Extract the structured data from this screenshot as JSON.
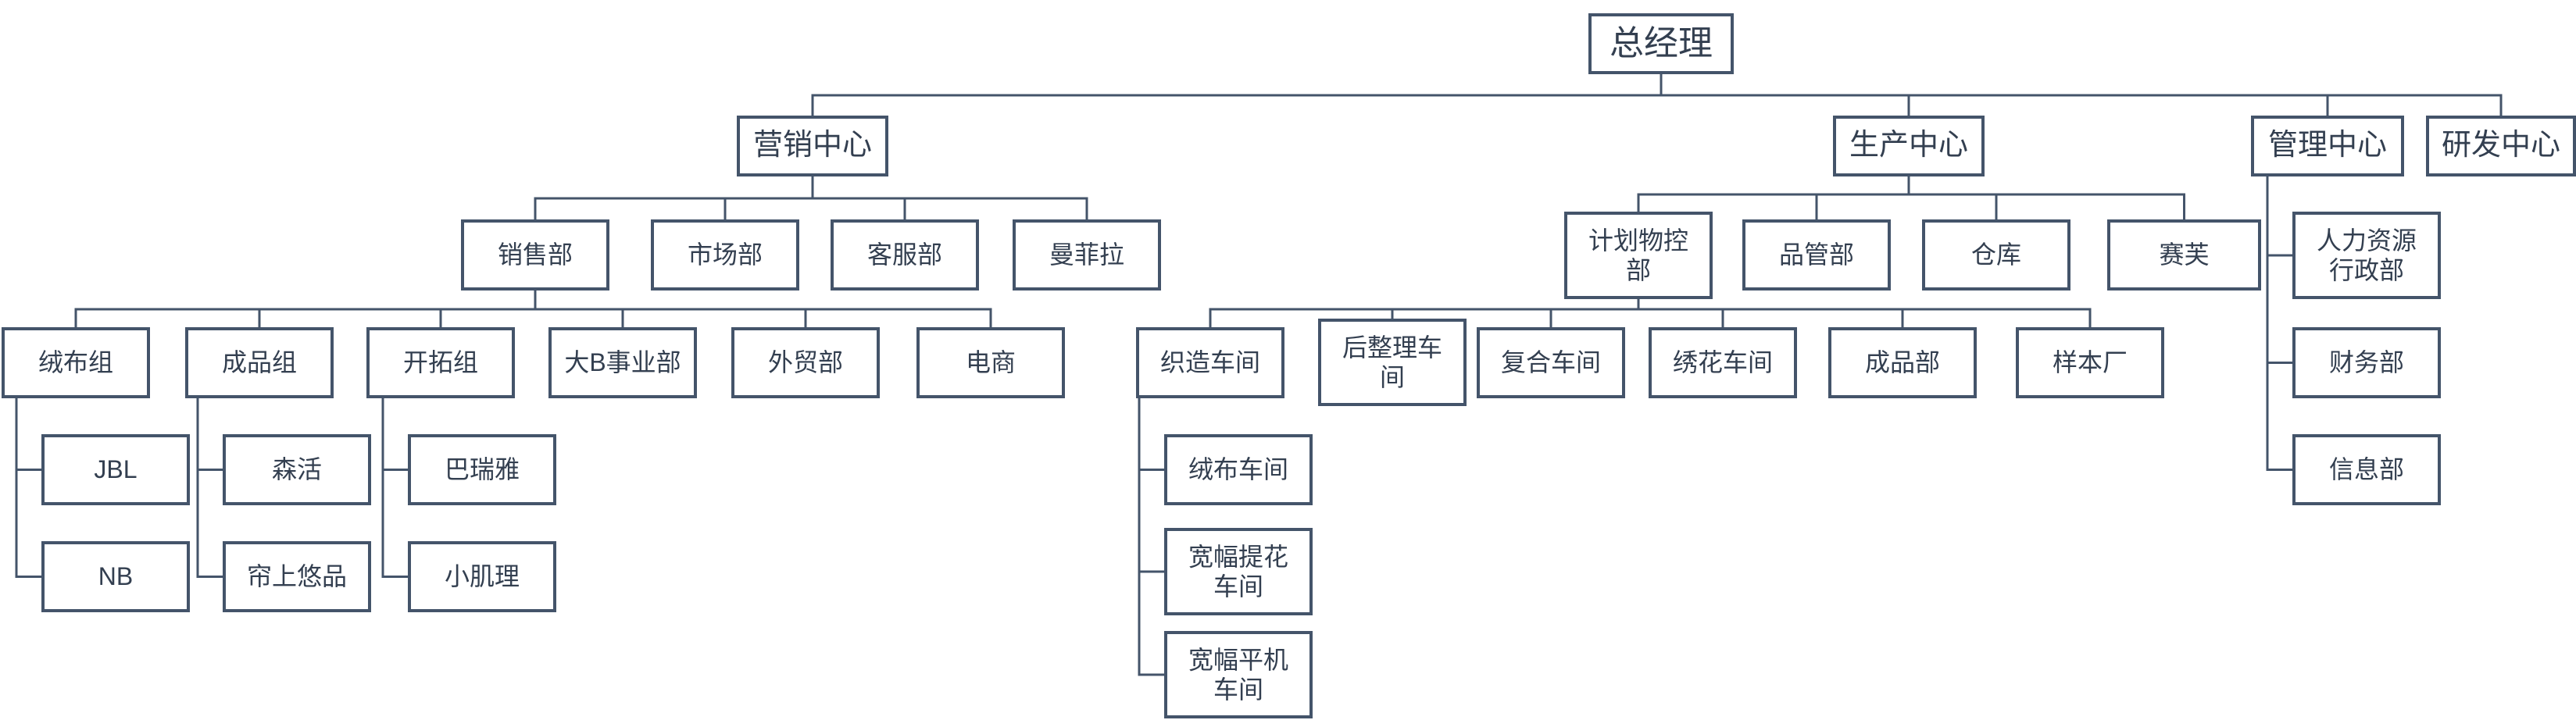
{
  "colors": {
    "line": "#44546a",
    "border": "#44546a",
    "text": "#333f50",
    "background": "#ffffff"
  },
  "nodes": {
    "gm": "总经理",
    "marketing": "营销中心",
    "production": "生产中心",
    "management": "管理中心",
    "rd": "研发中心",
    "sales": "销售部",
    "market": "市场部",
    "service": "客服部",
    "manfeila": "曼菲拉",
    "planning": "计划物控部",
    "quality": "品管部",
    "warehouse": "仓库",
    "saifu": "赛芙",
    "fleece_group": "绒布组",
    "finished_group": "成品组",
    "pioneer_group": "开拓组",
    "big_b": "大B事业部",
    "foreign_trade": "外贸部",
    "ecommerce": "电商",
    "weaving": "织造车间",
    "finishing": "后整理车间",
    "compound": "复合车间",
    "embroidery": "绣花车间",
    "product_dept": "成品部",
    "sample_factory": "样本厂",
    "jbl": "JBL",
    "nb": "NB",
    "senhuo": "森活",
    "lianshangyoupin": "帘上悠品",
    "bariya": "巴瑞雅",
    "xiaojili": "小肌理",
    "fleece_ws": "绒布车间",
    "wide_jacquard": "宽幅提花车间",
    "wide_plain": "宽幅平机车间",
    "hr_admin": "人力资源行政部",
    "finance": "财务部",
    "info_dept": "信息部"
  },
  "hierarchy": {
    "gm": [
      "marketing",
      "production",
      "management",
      "rd"
    ],
    "marketing": [
      "sales",
      "market",
      "service",
      "manfeila"
    ],
    "sales": [
      "fleece_group",
      "finished_group",
      "pioneer_group",
      "big_b",
      "foreign_trade",
      "ecommerce"
    ],
    "fleece_group": [
      "jbl",
      "nb"
    ],
    "finished_group": [
      "senhuo",
      "lianshangyoupin"
    ],
    "pioneer_group": [
      "bariya",
      "xiaojili"
    ],
    "production": [
      "planning",
      "quality",
      "warehouse",
      "saifu"
    ],
    "planning": [
      "weaving",
      "finishing",
      "compound",
      "embroidery",
      "product_dept",
      "sample_factory"
    ],
    "weaving": [
      "fleece_ws",
      "wide_jacquard",
      "wide_plain"
    ],
    "management": [
      "hr_admin",
      "finance",
      "info_dept"
    ]
  },
  "rail_parents": [
    "fleece_group",
    "finished_group",
    "pioneer_group",
    "weaving",
    "management"
  ]
}
